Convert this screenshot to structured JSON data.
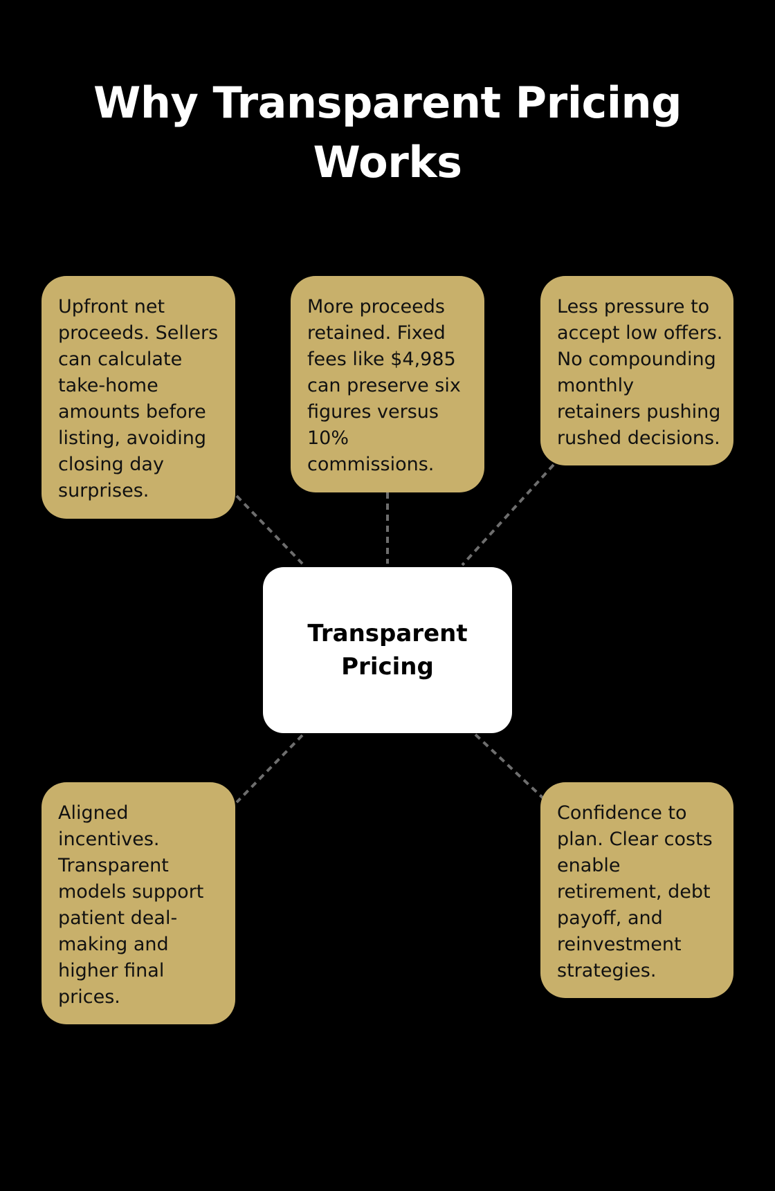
{
  "title": {
    "line1": "Why Transparent Pricing",
    "line2": "Works"
  },
  "center": {
    "line1": "Transparent",
    "line2": "Pricing",
    "background": "#ffffff"
  },
  "colors": {
    "background": "#000000",
    "node": "#c8b06b",
    "connector": "#6e6e6e",
    "title": "#ffffff"
  },
  "nodes": [
    {
      "id": "upfront-net-proceeds",
      "position": "top-left",
      "lines": [
        "Upfront net",
        "proceeds. Sellers",
        "can calculate",
        "take-home",
        "amounts before",
        "listing, avoiding",
        "closing day",
        "surprises."
      ]
    },
    {
      "id": "more-proceeds-retained",
      "position": "top-center",
      "lines": [
        "More proceeds",
        "retained. Fixed",
        "fees like $4,985",
        "can preserve six",
        "figures versus",
        "10%",
        "commissions."
      ]
    },
    {
      "id": "less-pressure",
      "position": "top-right",
      "lines": [
        "Less pressure to",
        "accept low offers.",
        "No compounding",
        "monthly",
        "retainers pushing",
        "rushed decisions."
      ]
    },
    {
      "id": "aligned-incentives",
      "position": "bottom-left",
      "lines": [
        "Aligned",
        "incentives.",
        "Transparent",
        "models support",
        "patient deal-",
        "making and",
        "higher final",
        "prices."
      ]
    },
    {
      "id": "confidence-to-plan",
      "position": "bottom-right",
      "lines": [
        "Confidence to",
        "plan. Clear costs",
        "enable",
        "retirement, debt",
        "payoff, and",
        "reinvestment",
        "strategies."
      ]
    }
  ]
}
